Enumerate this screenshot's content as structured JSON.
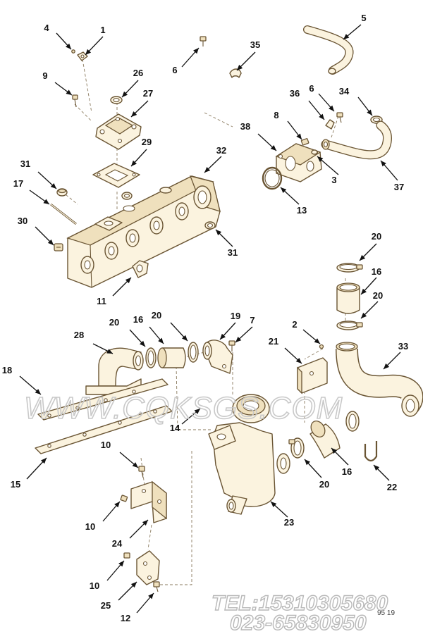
{
  "callouts": [
    {
      "id": "c-4-top",
      "label": "4"
    },
    {
      "id": "c-1",
      "label": "1"
    },
    {
      "id": "c-5",
      "label": "5"
    },
    {
      "id": "c-6-top",
      "label": "6"
    },
    {
      "id": "c-35",
      "label": "35"
    },
    {
      "id": "c-9",
      "label": "9"
    },
    {
      "id": "c-26",
      "label": "26"
    },
    {
      "id": "c-27",
      "label": "27"
    },
    {
      "id": "c-36",
      "label": "36"
    },
    {
      "id": "c-6-right",
      "label": "6"
    },
    {
      "id": "c-34",
      "label": "34"
    },
    {
      "id": "c-8",
      "label": "8"
    },
    {
      "id": "c-38",
      "label": "38"
    },
    {
      "id": "c-29",
      "label": "29"
    },
    {
      "id": "c-32",
      "label": "32"
    },
    {
      "id": "c-31-left",
      "label": "31"
    },
    {
      "id": "c-3",
      "label": "3"
    },
    {
      "id": "c-37",
      "label": "37"
    },
    {
      "id": "c-17",
      "label": "17"
    },
    {
      "id": "c-13",
      "label": "13"
    },
    {
      "id": "c-30",
      "label": "30"
    },
    {
      "id": "c-31-right",
      "label": "31"
    },
    {
      "id": "c-20-top",
      "label": "20"
    },
    {
      "id": "c-16-top",
      "label": "16"
    },
    {
      "id": "c-11",
      "label": "11"
    },
    {
      "id": "c-20-right",
      "label": "20"
    },
    {
      "id": "c-20-mid-a",
      "label": "20"
    },
    {
      "id": "c-16-mid",
      "label": "16"
    },
    {
      "id": "c-20-mid-b",
      "label": "20"
    },
    {
      "id": "c-19",
      "label": "19"
    },
    {
      "id": "c-7",
      "label": "7"
    },
    {
      "id": "c-2",
      "label": "2"
    },
    {
      "id": "c-28",
      "label": "28"
    },
    {
      "id": "c-21",
      "label": "21"
    },
    {
      "id": "c-33",
      "label": "33"
    },
    {
      "id": "c-18",
      "label": "18"
    },
    {
      "id": "c-14",
      "label": "14"
    },
    {
      "id": "c-16-low",
      "label": "16"
    },
    {
      "id": "c-20-low",
      "label": "20"
    },
    {
      "id": "c-22",
      "label": "22"
    },
    {
      "id": "c-15",
      "label": "15"
    },
    {
      "id": "c-10-a",
      "label": "10"
    },
    {
      "id": "c-10-b",
      "label": "10"
    },
    {
      "id": "c-24",
      "label": "24"
    },
    {
      "id": "c-23",
      "label": "23"
    },
    {
      "id": "c-10-c",
      "label": "10"
    },
    {
      "id": "c-25",
      "label": "25"
    },
    {
      "id": "c-12",
      "label": "12"
    }
  ],
  "watermark": "WWW.CQKSGS.COM",
  "contact": {
    "tel": "TEL:15310305680",
    "phone": "023-65830950"
  },
  "doc_code": "95 19"
}
